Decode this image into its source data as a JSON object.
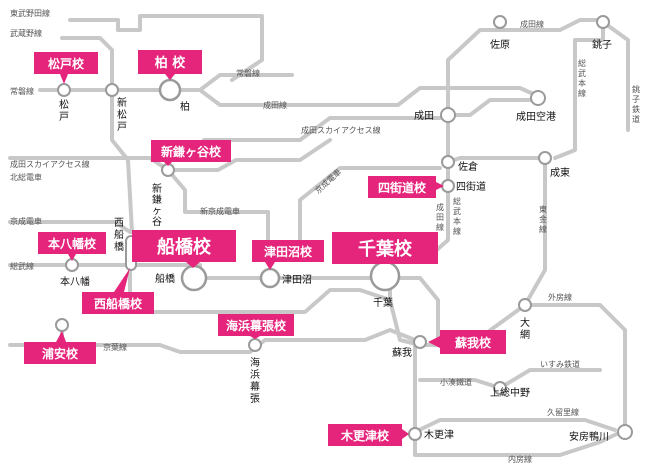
{
  "colors": {
    "accent": "#e5247b",
    "rail": "#c8c8c8",
    "station_stroke": "#9a9a9a"
  },
  "schools": {
    "matsudo": "松戸校",
    "kashiwa": "柏 校",
    "shinkamagaya": "新鎌ヶ谷校",
    "motoyawata": "本八幡校",
    "funabashi": "船橋校",
    "tsudanuma": "津田沼校",
    "chiba": "千葉校",
    "yotsukaido": "四街道校",
    "nishifunabashi": "西船橋校",
    "urayasu": "浦安校",
    "kaihinmakuhari": "海浜幕張校",
    "soga": "蘇我校",
    "kisarazu": "木更津校"
  },
  "stations": {
    "matsudo": "松戸",
    "shinmatsudo": "新松戸",
    "kashiwa": "柏",
    "shinkamagaya": "新鎌ヶ谷",
    "motoyawata": "本八幡",
    "nishifunabashi": "西船橋",
    "funabashi": "船橋",
    "tsudanuma": "津田沼",
    "chiba": "千葉",
    "kaihinmakuhari": "海浜幕張",
    "soga": "蘇我",
    "yotsukaido": "四街道",
    "sakura": "佐倉",
    "narita": "成田",
    "narita_airport": "成田空港",
    "sawara": "佐原",
    "choshi": "銚子",
    "naruto": "成東",
    "oami": "大網",
    "kazusa_nakano": "上総中野",
    "awa_kamogawa": "安房鴨川",
    "kisarazu": "木更津"
  },
  "lines": {
    "tobu_noda": "東武野田線",
    "musashino": "武蔵野線",
    "joban_left": "常磐線",
    "joban_right": "常磐線",
    "narita_line": "成田線",
    "narita_line_top": "成田線",
    "narita_sky_access_mid": "成田スカイアクセス線",
    "narita_sky_access_left": "成田スカイアクセス線",
    "hokuso": "北総電車",
    "shinkeisei": "新京成電車",
    "keisei_left": "京成電車",
    "keisei_diag": "京成電車",
    "sobu_left": "総武線",
    "keiyo": "京葉線",
    "sobu_hon_left": "総武本線",
    "sobu_hon_right": "総武本線",
    "narita_line_vert": "成田線",
    "choshi_dentetsu": "銚子鉄道",
    "togane": "東金線",
    "sotobo": "外房線",
    "isumi": "いすみ鉄道",
    "kominato": "小湊鐵道",
    "kururi": "久留里線",
    "uchibo": "内房線"
  }
}
